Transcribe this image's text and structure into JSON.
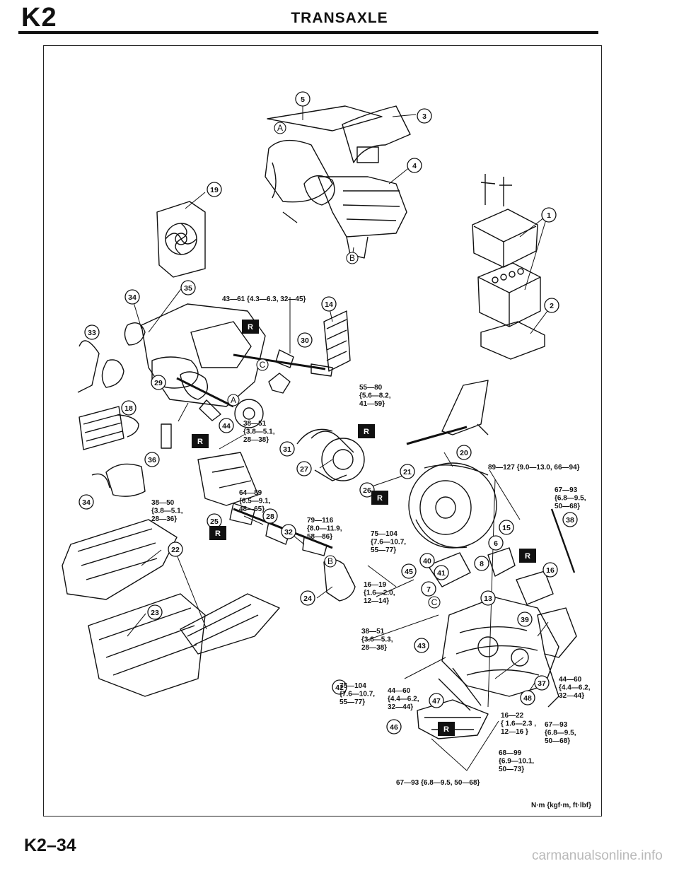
{
  "header": {
    "code": "K2",
    "title": "TRANSAXLE"
  },
  "footer": {
    "page": "K2–34"
  },
  "watermark": "carmanualsonline.info",
  "units_note": "N·m {kgf·m, ft·lbf}",
  "r_mark": "R",
  "callouts": [
    "1",
    "2",
    "3",
    "4",
    "5",
    "6",
    "7",
    "8",
    "13",
    "14",
    "15",
    "16",
    "18",
    "19",
    "20",
    "21",
    "22",
    "23",
    "24",
    "25",
    "26",
    "27",
    "28",
    "29",
    "30",
    "31",
    "32",
    "33",
    "34",
    "34",
    "35",
    "36",
    "37",
    "38",
    "39",
    "40",
    "41",
    "42",
    "43",
    "44",
    "45",
    "46",
    "47",
    "48"
  ],
  "letter_marks": [
    "A",
    "A",
    "B",
    "B",
    "C",
    "C"
  ],
  "torque_specs": [
    [
      "43—61 {4.3—6.3, 32—45}"
    ],
    [
      "55—80",
      "{5.6—8.2,",
      "41—59}"
    ],
    [
      "38—51",
      "{3.8—5.1,",
      "28—38}"
    ],
    [
      "38—50",
      "{3.8—5.1,",
      "28—36}"
    ],
    [
      "64—89",
      "{6.5—9.1,",
      "48—65}"
    ],
    [
      "79—116",
      "{8.0—11.9,",
      "58—86}"
    ],
    [
      "75—104",
      "{7.6—10.7,",
      "55—77}"
    ],
    [
      "89—127 {9.0—13.0, 66—94}"
    ],
    [
      "67—93",
      "{6.8—9.5,",
      "50—68}"
    ],
    [
      "16—19",
      "{1.6—2.0,",
      "12—14}"
    ],
    [
      "38—51",
      "{3.8—5.3,",
      "28—38}"
    ],
    [
      "75—104",
      "{7.6—10.7,",
      "55—77}"
    ],
    [
      "44—60",
      "{4.4—6.2,",
      "32—44}"
    ],
    [
      "44—60",
      "{4.4—6.2,",
      "32—44}"
    ],
    [
      "16—22",
      "{ 1.6—2.3 ,",
      "12—16 }"
    ],
    [
      "67—93",
      "{6.8—9.5,",
      "50—68}"
    ],
    [
      "68—99",
      "{6.9—10.1,",
      "50—73}"
    ],
    [
      "67—93 {6.8—9.5, 50—68}"
    ]
  ]
}
